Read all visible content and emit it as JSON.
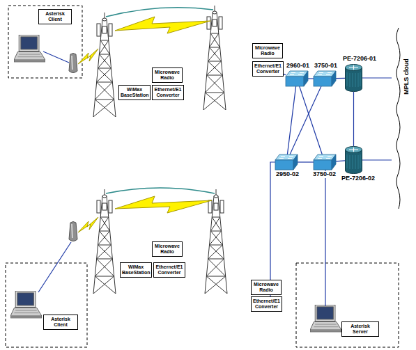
{
  "diagram": {
    "nodes": [
      {
        "text": [
          "Asterisk Client"
        ]
      },
      {
        "text": [
          "Microwave Radio"
        ]
      },
      {
        "text": [
          "WiMax BaseStation"
        ]
      },
      {
        "text": [
          "Ethernet/E1 Converter"
        ]
      },
      {
        "text": [
          "Microwave Radio"
        ]
      },
      {
        "text": [
          "Ethernet/E1 Converter"
        ]
      },
      {
        "text": [
          "2960-01"
        ]
      },
      {
        "text": [
          "3750-01"
        ]
      },
      {
        "text": [
          "PE-7206-01"
        ]
      },
      {
        "text": [
          "2950-02"
        ]
      },
      {
        "text": [
          "3750-02"
        ]
      },
      {
        "text": [
          "PE-7206-02"
        ]
      },
      {
        "text": [
          "MPLS cloud"
        ]
      },
      {
        "text": [
          "Microwave Radio"
        ]
      },
      {
        "text": [
          "WiMax BaseStation"
        ]
      },
      {
        "text": [
          "Ethernet/E1 Converter"
        ]
      },
      {
        "text": [
          "Microwave Radio"
        ]
      },
      {
        "text": [
          "Ethernet/E1 Converter"
        ]
      },
      {
        "text": [
          "Asterisk Client"
        ]
      },
      {
        "text": [
          "Asterisk Server"
        ]
      }
    ],
    "edges": [
      {
        "from": 5,
        "to": 6,
        "arrow": "none"
      },
      {
        "from": 6,
        "to": 7,
        "arrow": "none"
      },
      {
        "from": 7,
        "to": 8,
        "arrow": "none"
      },
      {
        "from": 6,
        "to": 9,
        "arrow": "none"
      },
      {
        "from": 6,
        "to": 10,
        "arrow": "none"
      },
      {
        "from": 7,
        "to": 9,
        "arrow": "none"
      },
      {
        "from": 9,
        "to": 10,
        "arrow": "none"
      },
      {
        "from": 10,
        "to": 11,
        "arrow": "none"
      },
      {
        "from": 8,
        "to": 11,
        "arrow": "none"
      },
      {
        "from": 8,
        "to": 12,
        "arrow": "none"
      },
      {
        "from": 11,
        "to": 12,
        "arrow": "none"
      },
      {
        "from": 17,
        "to": 9,
        "arrow": "none"
      }
    ]
  }
}
